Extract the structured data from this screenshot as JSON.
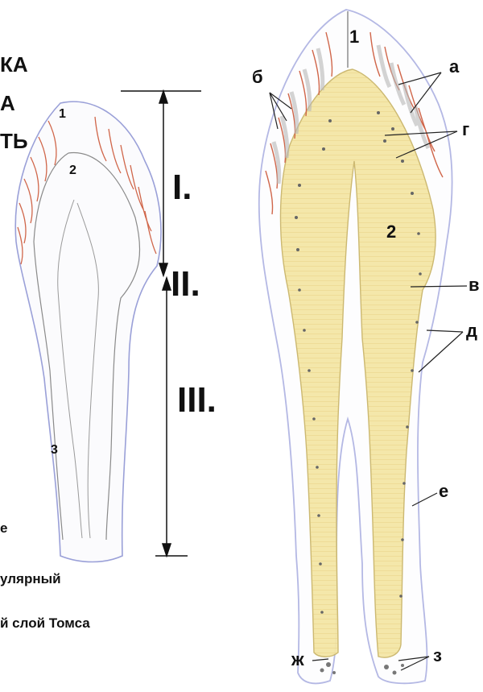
{
  "left_cut_text": [
    "КА",
    "А",
    "ТЬ"
  ],
  "left_figure": {
    "label_1": "1",
    "label_2": "2",
    "label_3": "3"
  },
  "zones": {
    "zone_1": "I.",
    "zone_2": "II.",
    "zone_3": "III."
  },
  "legend_fragments": [
    "е",
    "улярный",
    "й слой Томса"
  ],
  "right_figure": {
    "label_1": "1",
    "label_2": "2",
    "label_a": "а",
    "label_b": "б",
    "label_v": "в",
    "label_g": "г",
    "label_d": "д",
    "label_e": "е",
    "label_zh": "ж",
    "label_z": "з"
  },
  "colors": {
    "enamel_red": "#d0664a",
    "dentin_yellow": "#f4e6a6",
    "outline_blue": "#9aa0d8",
    "sketch_gray": "#8a8a8a"
  }
}
